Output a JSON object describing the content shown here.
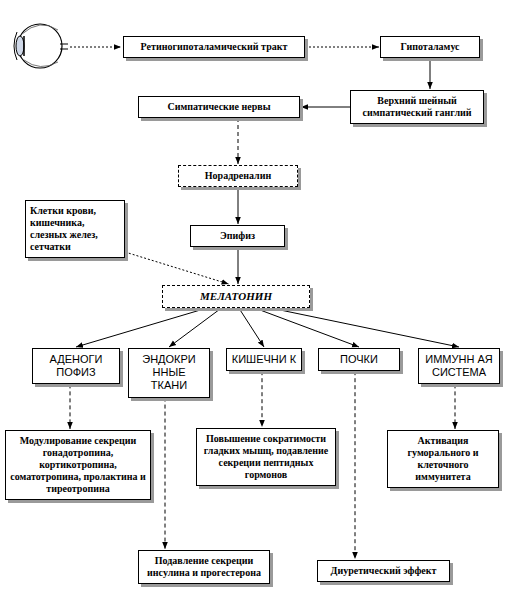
{
  "diagram": {
    "nodes": [
      {
        "text": [
          "Ретиногипоталамический тракт"
        ]
      },
      {
        "text": [
          "Гипоталамус"
        ]
      },
      {
        "text": [
          "Симпатические нервы"
        ]
      },
      {
        "text": [
          "Верхний шейный симпатический ганглий"
        ]
      },
      {
        "text": [
          "Норадреналин"
        ]
      },
      {
        "text": [
          "Эпифиз"
        ]
      },
      {
        "text": [
          "Клетки крови, кишечника, слезных желез, сетчатки"
        ]
      },
      {
        "text": [
          "МЕЛАТОНИН"
        ]
      },
      {
        "text": [
          "АДЕНОГИ ПОФИЗ"
        ]
      },
      {
        "text": [
          "ЭНДОКРИ ННЫЕ ТКАНИ"
        ]
      },
      {
        "text": [
          "КИШЕЧНИ К"
        ]
      },
      {
        "text": [
          "ПОЧКИ"
        ]
      },
      {
        "text": [
          "ИММУНН АЯ СИСТЕМА"
        ]
      },
      {
        "text": [
          "Модулирование секреции гонадотропина, кортикотропина, соматотропина, пролактина и тиреотропина"
        ]
      },
      {
        "text": [
          "Повышение сократимости гладких мышц, подавление секреции пептидных гормонов"
        ]
      },
      {
        "text": [
          "Активация гуморального и клеточного иммунитета"
        ]
      },
      {
        "text": [
          "Подавление секреции инсулина и прогестерона"
        ]
      },
      {
        "text": [
          "Диуретический эффект"
        ]
      }
    ],
    "edges": [
      {
        "from": 0,
        "to": 1,
        "arrow": "to"
      },
      {
        "from": 1,
        "to": 3,
        "arrow": "to"
      },
      {
        "from": 3,
        "to": 2,
        "arrow": "to"
      },
      {
        "from": 2,
        "to": 4,
        "arrow": "to"
      },
      {
        "from": 4,
        "to": 5,
        "arrow": "to"
      },
      {
        "from": 5,
        "to": 7,
        "arrow": "to"
      },
      {
        "from": 6,
        "to": 7,
        "arrow": "to"
      },
      {
        "from": 7,
        "to": 8,
        "arrow": "to"
      },
      {
        "from": 7,
        "to": 9,
        "arrow": "to"
      },
      {
        "from": 7,
        "to": 10,
        "arrow": "to"
      },
      {
        "from": 7,
        "to": 11,
        "arrow": "to"
      },
      {
        "from": 7,
        "to": 12,
        "arrow": "to"
      },
      {
        "from": 8,
        "to": 13,
        "arrow": "to"
      },
      {
        "from": 9,
        "to": 16,
        "arrow": "to"
      },
      {
        "from": 10,
        "to": 14,
        "arrow": "to"
      },
      {
        "from": 11,
        "to": 17,
        "arrow": "to"
      },
      {
        "from": 12,
        "to": 15,
        "arrow": "to"
      }
    ]
  }
}
